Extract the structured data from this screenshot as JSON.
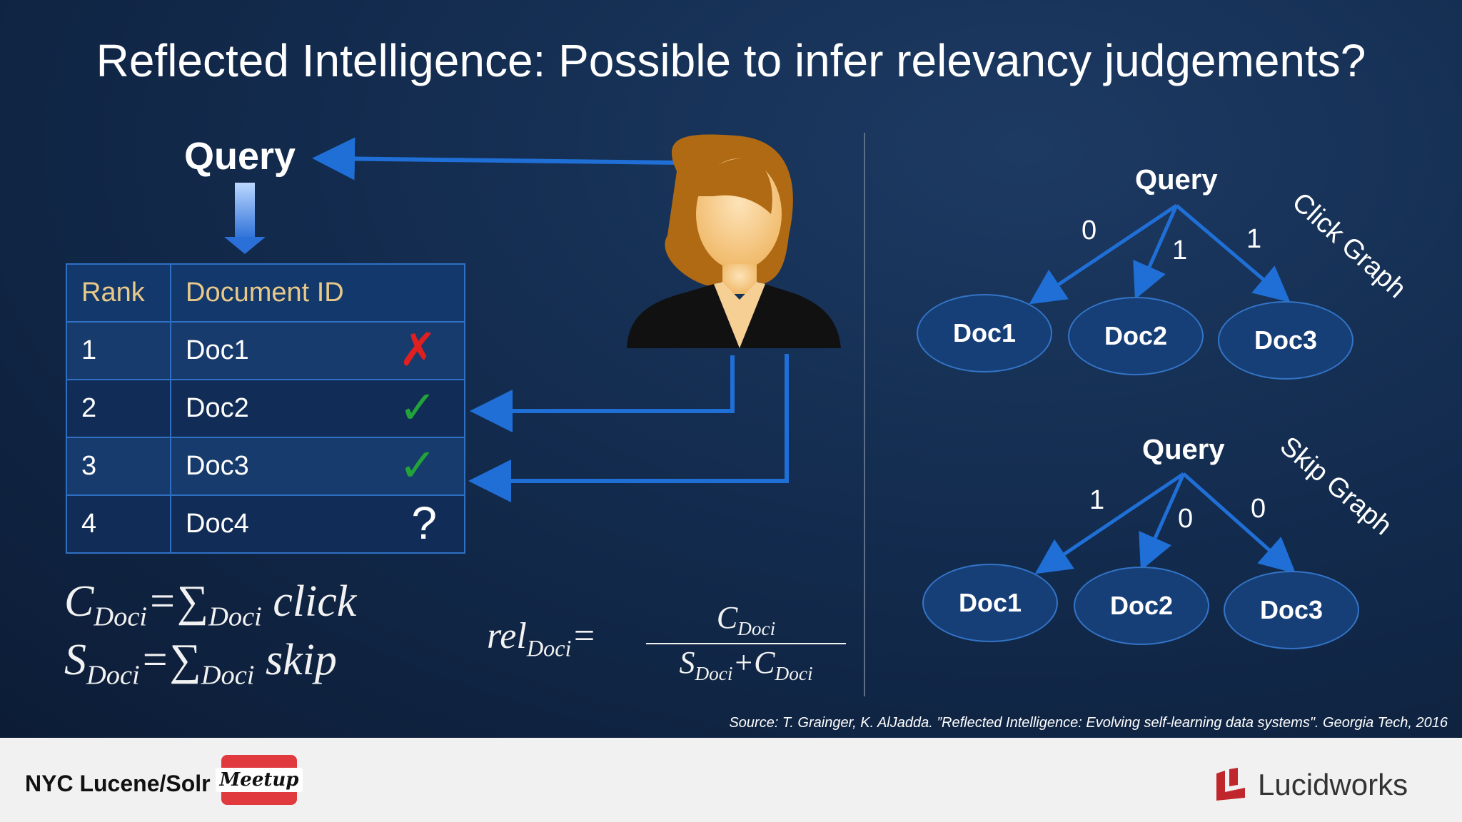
{
  "title": "Reflected Intelligence: Possible to infer relevancy judgements?",
  "query_label": "Query",
  "table": {
    "headers": [
      "Rank",
      "Document ID"
    ],
    "rows": [
      {
        "rank": "1",
        "doc": "Doc1",
        "mark": "✗",
        "mark_color": "#e02020"
      },
      {
        "rank": "2",
        "doc": "Doc2",
        "mark": "✓",
        "mark_color": "#22a33a"
      },
      {
        "rank": "3",
        "doc": "Doc3",
        "mark": "✓",
        "mark_color": "#22a33a"
      },
      {
        "rank": "4",
        "doc": "Doc4",
        "mark": "?",
        "mark_color": "#ffffff"
      }
    ]
  },
  "formulas": {
    "click": {
      "lhs": "C",
      "sub": "Doc",
      "subi": "i",
      "sum_sub": "Doc",
      "sum_subi": "i",
      "term": "click"
    },
    "skip": {
      "lhs": "S",
      "sub": "Doc",
      "subi": "i",
      "sum_sub": "Doc",
      "sum_subi": "i",
      "term": "skip"
    },
    "rel": {
      "lhs": "rel",
      "sub": "Doc",
      "subi": "i",
      "num": "C",
      "den_s": "S",
      "den_c": "C"
    }
  },
  "click_graph": {
    "name": "Click Graph",
    "root": "Query",
    "nodes": [
      "Doc1",
      "Doc2",
      "Doc3"
    ],
    "edge_labels": [
      "0",
      "1",
      "1"
    ]
  },
  "skip_graph": {
    "name": "Skip Graph",
    "root": "Query",
    "nodes": [
      "Doc1",
      "Doc2",
      "Doc3"
    ],
    "edge_labels": [
      "1",
      "0",
      "0"
    ]
  },
  "source": "Source: T. Grainger, K. AlJadda. ”Reflected Intelligence: Evolving self-learning data systems\". Georgia Tech, 2016",
  "footer": {
    "event": "NYC Lucene/Solr",
    "meetup_logo": "Meetup",
    "brand": "Lucidworks"
  },
  "colors": {
    "arrow": "#1f6fd6",
    "node_fill": "#163f78",
    "header_text": "#e8c98a"
  }
}
